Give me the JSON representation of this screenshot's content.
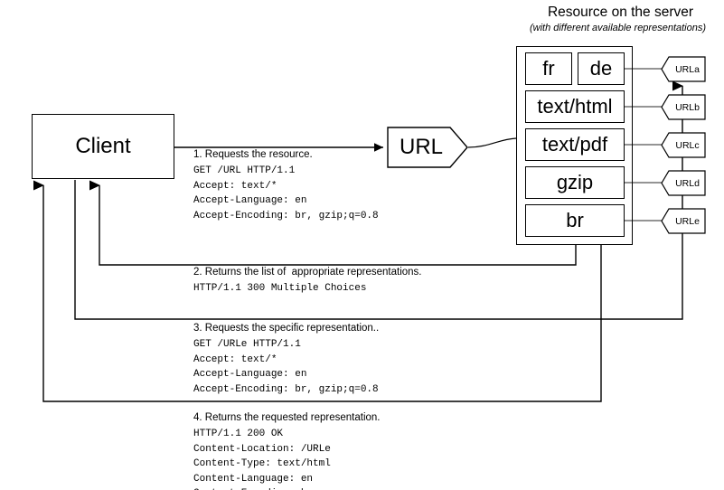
{
  "server": {
    "title": "Resource on the server",
    "subtitle": "(with different available representations)",
    "representations": [
      {
        "id": "rep-fr",
        "label": "fr"
      },
      {
        "id": "rep-de",
        "label": "de"
      },
      {
        "id": "rep-text-html",
        "label": "text/html"
      },
      {
        "id": "rep-text-pdf",
        "label": "text/pdf"
      },
      {
        "id": "rep-gzip",
        "label": "gzip"
      },
      {
        "id": "rep-br",
        "label": "br"
      }
    ],
    "url_tags": [
      {
        "id": "url-tag-a",
        "label": "URLa"
      },
      {
        "id": "url-tag-b",
        "label": "URLb"
      },
      {
        "id": "url-tag-c",
        "label": "URLc"
      },
      {
        "id": "url-tag-d",
        "label": "URLd"
      },
      {
        "id": "url-tag-e",
        "label": "URLe"
      }
    ]
  },
  "client": {
    "label": "Client"
  },
  "url_node": {
    "label": "URL"
  },
  "steps": [
    {
      "id": "step-1",
      "title": "1. Requests the resource.",
      "body": "GET /URL HTTP/1.1\nAccept: text/*\nAccept-Language: en\nAccept-Encoding: br, gzip;q=0.8"
    },
    {
      "id": "step-2",
      "title": "2. Returns the list of  appropriate representations.",
      "body": "HTTP/1.1 300 Multiple Choices"
    },
    {
      "id": "step-3",
      "title": "3. Requests the specific representation..",
      "body": "GET /URLe HTTP/1.1\nAccept: text/*\nAccept-Language: en\nAccept-Encoding: br, gzip;q=0.8"
    },
    {
      "id": "step-4",
      "title": "4. Returns the requested representation.",
      "body": "HTTP/1.1 200 OK\nContent-Location: /URLe\nContent-Type: text/html\nContent-Language: en\nContent-Encoding: br"
    }
  ],
  "colors": {
    "stroke": "#000000",
    "background": "#ffffff",
    "connector": "#555555"
  }
}
